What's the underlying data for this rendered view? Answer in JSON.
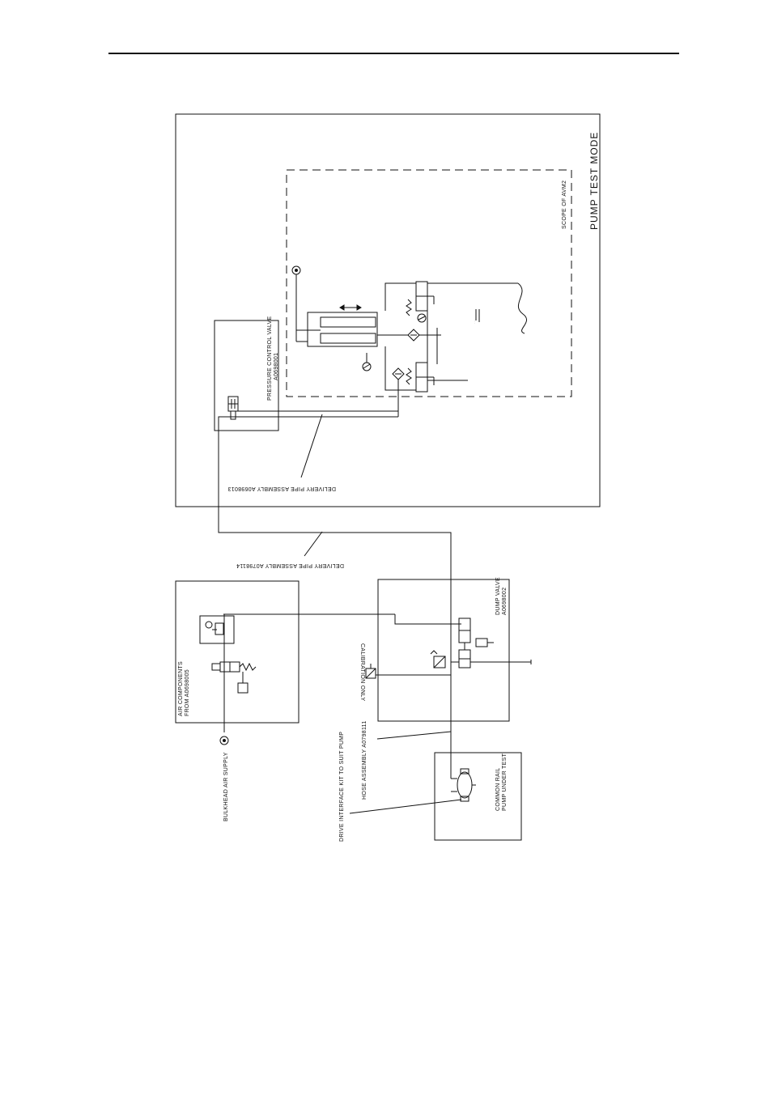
{
  "labels": {
    "pump_test_mode": "PUMP TEST MODE",
    "scope_of_avm2": "SCOPE OF AVM2",
    "pressure_control_valve": "PRESSURE CONTROL VALVE",
    "pressure_control_valve_part": "A0698001",
    "delivery_pipe_1": "DELIVERY PIPE ASSEMBLY A0698013",
    "delivery_pipe_2": "DELIVERY PIPE ASSEMBLY A0798114",
    "air_components": "AIR COMPONENTS",
    "air_components_part": "FROM A0698005",
    "dump_valve": "DUMP VALVE",
    "dump_valve_part": "A0698002",
    "calibration_only": "CALIBRATION ONLY",
    "bulkhead_air_supply": "BULKHEAD AIR SUPPLY",
    "hose_assembly": "HOSE ASSEMBLY A0798111",
    "drive_interface_kit": "DRIVE INTERFACE KIT TO SUIT PUMP",
    "common_rail": "COMMON RAIL",
    "pump_under_test": "PUMP UNDER TEST"
  }
}
